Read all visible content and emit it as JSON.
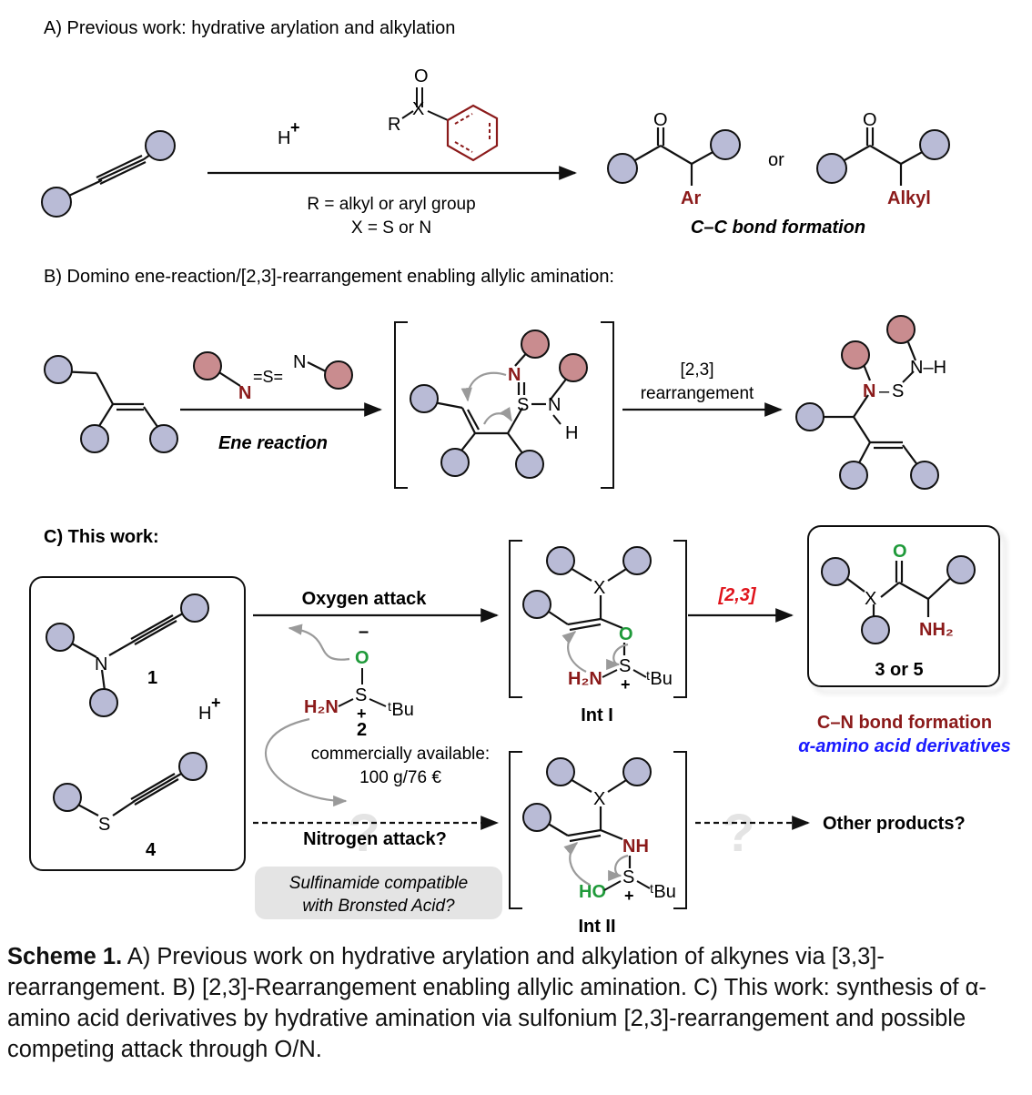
{
  "colors": {
    "node_fill": "#b9bbd6",
    "node_red_fill": "#c98c8f",
    "dark_red": "#8b1a1a",
    "green": "#1f9a3a",
    "blue": "#1a1aff",
    "red_label": "#e0141c",
    "gray": "#9a9a9a",
    "bubble_bg": "#e4e4e4"
  },
  "section_a": {
    "heading": "A) Previous work: hydrative arylation and alkylation",
    "h_plus": "H",
    "plus": "+",
    "reagent_o": "O",
    "reagent_r": "R",
    "reagent_x": "X",
    "cond_1": "R = alkyl or aryl group",
    "cond_2": "X = S or N",
    "product_o": "O",
    "ar_label": "Ar",
    "or_label": "or",
    "alkyl_label": "Alkyl",
    "bond_label": "C–C bond formation"
  },
  "section_b": {
    "heading": "B) Domino ene-reaction/[2,3]-rearrangement enabling allylic amination:",
    "n1": "N",
    "s_eq": "=S=",
    "n2": "N",
    "ene_label": "Ene reaction",
    "int_n": "N",
    "int_s": "S",
    "int_dash": "–",
    "int_n2": "N",
    "int_h": "H",
    "arrow_label_1": "[2,3]",
    "arrow_label_2": "rearrangement",
    "prod_n": "N",
    "prod_dash": "–",
    "prod_s": "S",
    "prod_nh": "N–H"
  },
  "section_c": {
    "heading": "C) This work:",
    "n_label": "N",
    "cmpd_1": "1",
    "h_plus": "H",
    "plus": "+",
    "s_label": "S",
    "cmpd_4": "4",
    "oxygen_attack": "Oxygen attack",
    "o_minus": "O",
    "minus": "–",
    "h2n": "H₂N",
    "s_plus": "S",
    "tbu": "ᵗBu",
    "cmpd_2": "2",
    "commercial_1": "commercially available:",
    "commercial_2": "100 g/76 €",
    "nitrogen_attack": "Nitrogen attack?",
    "question": "?",
    "bubble_1": "Sulfinamide compatible",
    "bubble_2": "with Bronsted Acid?",
    "int1_x": "X",
    "int1_o": "O",
    "int1_h2n": "H₂N",
    "int1_s": "S",
    "int1_tbu": "ᵗBu",
    "int1_label": "Int I",
    "int2_x": "X",
    "int2_nh": "NH",
    "int2_ho": "HO",
    "int2_s": "S",
    "int2_tbu": "ᵗBu",
    "int2_label": "Int II",
    "rearr_label": "[2,3]",
    "prod_x": "X",
    "prod_o": "O",
    "prod_nh2": "NH₂",
    "prod_label": "3 or 5",
    "cn_bond": "C–N bond formation",
    "amino_acid": "α-amino acid derivatives",
    "other_products": "Other products?"
  },
  "caption": {
    "bold": "Scheme 1.",
    "text": " A) Previous work on hydrative arylation and alkylation of alkynes via [3,3]-rearrangement. B) [2,3]-Rearrangement enabling allylic amination. C) This work: synthesis of α-amino acid derivatives by hydrative amination via sulfonium [2,3]-rearrangement and possible competing attack through O/N."
  }
}
